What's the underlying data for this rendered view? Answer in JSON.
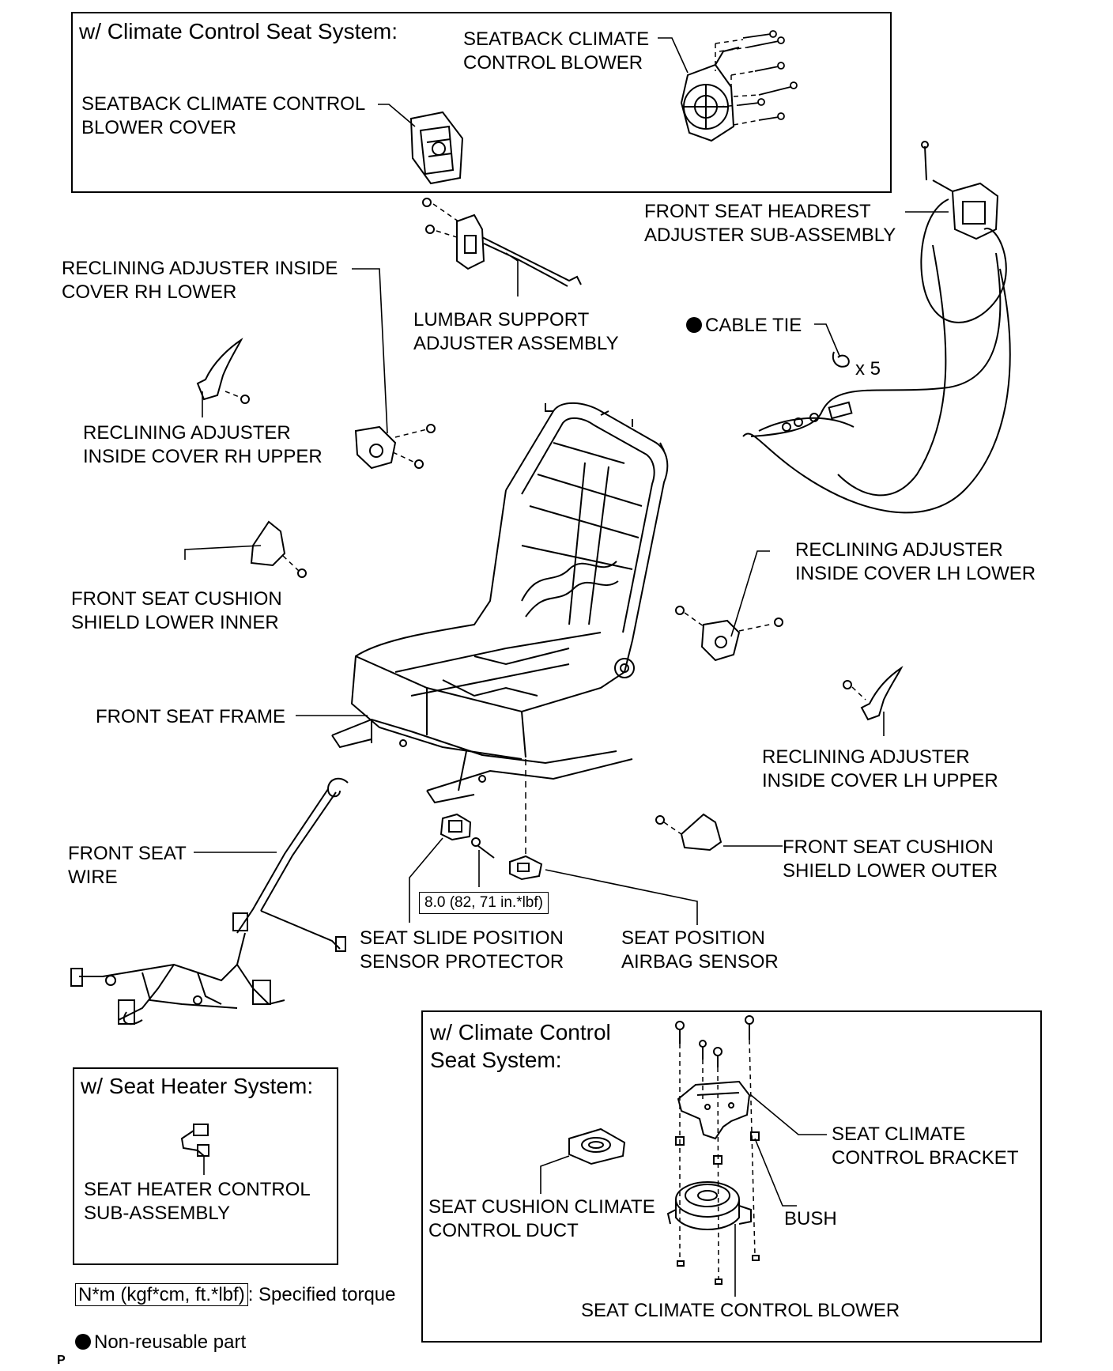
{
  "panels": {
    "climate_top_header": "w/ Climate Control Seat System:",
    "climate_bottom_header_l1": "w/ Climate Control",
    "climate_bottom_header_l2": "Seat System:",
    "heater_header": "w/ Seat Heater System:"
  },
  "labels": {
    "seatback_blower_l1": "SEATBACK CLIMATE",
    "seatback_blower_l2": "CONTROL BLOWER",
    "seatback_cover_l1": "SEATBACK CLIMATE CONTROL",
    "seatback_cover_l2": "BLOWER COVER",
    "headrest_l1": "FRONT SEAT HEADREST",
    "headrest_l2": "ADJUSTER SUB-ASSEMBLY",
    "rh_lower_l1": "RECLINING ADJUSTER INSIDE",
    "rh_lower_l2": "COVER RH LOWER",
    "lumbar_l1": "LUMBAR SUPPORT",
    "lumbar_l2": "ADJUSTER ASSEMBLY",
    "cable_tie": "CABLE TIE",
    "cable_tie_qty": "x 5",
    "rh_upper_l1": "RECLINING ADJUSTER",
    "rh_upper_l2": "INSIDE COVER RH UPPER",
    "lh_lower_l1": "RECLINING ADJUSTER",
    "lh_lower_l2": "INSIDE COVER LH LOWER",
    "shield_inner_l1": "FRONT SEAT CUSHION",
    "shield_inner_l2": "SHIELD LOWER INNER",
    "frame": "FRONT SEAT FRAME",
    "lh_upper_l1": "RECLINING ADJUSTER",
    "lh_upper_l2": "INSIDE COVER LH UPPER",
    "wire_l1": "FRONT SEAT",
    "wire_l2": "WIRE",
    "shield_outer_l1": "FRONT SEAT CUSHION",
    "shield_outer_l2": "SHIELD LOWER OUTER",
    "slide_l1": "SEAT SLIDE POSITION",
    "slide_l2": "SENSOR PROTECTOR",
    "airbag_l1": "SEAT POSITION",
    "airbag_l2": "AIRBAG SENSOR",
    "heater_l1": "SEAT HEATER CONTROL",
    "heater_l2": "SUB-ASSEMBLY",
    "bracket_l1": "SEAT CLIMATE",
    "bracket_l2": "CONTROL BRACKET",
    "duct_l1": "SEAT CUSHION CLIMATE",
    "duct_l2": "CONTROL DUCT",
    "bush": "BUSH",
    "blower": "SEAT CLIMATE CONTROL BLOWER"
  },
  "torque": {
    "value": "8.0 (82, 71 in.*lbf)"
  },
  "legend": {
    "torque_unit": "N*m (kgf*cm, ft.*lbf)",
    "torque_desc": ": Specified torque",
    "nonreusable": "Non-reusable part"
  },
  "corner_mark": "P"
}
